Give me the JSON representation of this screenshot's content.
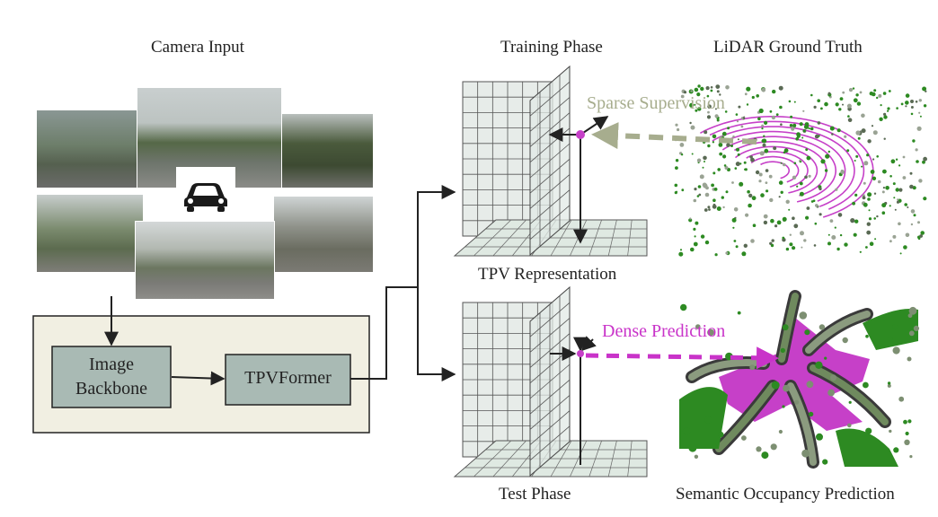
{
  "labels": {
    "camera_input": "Camera Input",
    "training_phase": "Training Phase",
    "lidar_gt": "LiDAR Ground Truth",
    "tpv_representation": "TPV Representation",
    "test_phase": "Test Phase",
    "semantic_occupancy": "Semantic Occupancy Prediction",
    "sparse_supervision": "Sparse Supervision",
    "dense_prediction": "Dense Prediction"
  },
  "blocks": {
    "image_backbone_line1": "Image",
    "image_backbone_line2": "Backbone",
    "tpvformer": "TPVFormer"
  },
  "colors": {
    "block_fill": "#a9bab4",
    "container_fill": "#f1efe2",
    "sparse_arrow": "#a7ad8e",
    "dense_arrow": "#c933c9",
    "grid_fill": "#e7ece9",
    "magenta": "#c640c8",
    "green": "#2d8a22"
  },
  "icons": {
    "car": "car-icon"
  }
}
